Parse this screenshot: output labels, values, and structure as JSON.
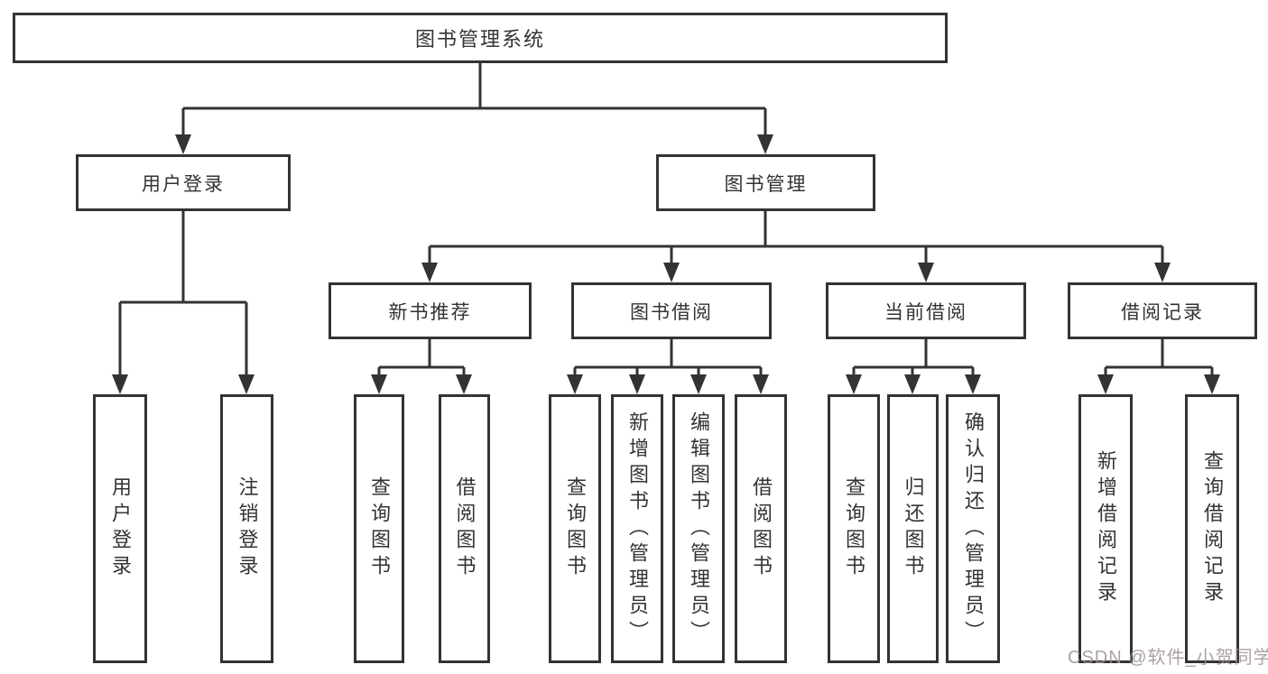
{
  "diagram_title": "图书管理系统",
  "watermark": "CSDN @软件_小贺同学",
  "colors": {
    "line": "#333333",
    "box_border": "#333333",
    "text": "#333333",
    "background": "#ffffff",
    "watermark_text": "#9e9292"
  },
  "nodes": {
    "root": {
      "label": "图书管理系统"
    },
    "user_login": {
      "label": "用户登录"
    },
    "book_mgmt": {
      "label": "图书管理"
    },
    "login": {
      "label": "用户登录"
    },
    "logout": {
      "label": "注销登录"
    },
    "new_book_rec": {
      "label": "新书推荐"
    },
    "book_borrow": {
      "label": "图书借阅"
    },
    "current_borrow": {
      "label": "当前借阅"
    },
    "borrow_record": {
      "label": "借阅记录"
    },
    "nb_query": {
      "label": "查询图书"
    },
    "nb_borrow": {
      "label": "借阅图书"
    },
    "bb_query": {
      "label": "查询图书"
    },
    "bb_add": {
      "label": "新增图书（管理员）"
    },
    "bb_edit": {
      "label": "编辑图书（管理员）"
    },
    "bb_borrow": {
      "label": "借阅图书"
    },
    "cb_query": {
      "label": "查询图书"
    },
    "cb_return": {
      "label": "归还图书"
    },
    "cb_confirm": {
      "label": "确认归还（管理员）"
    },
    "br_add": {
      "label": "新增借阅记录"
    },
    "br_query": {
      "label": "查询借阅记录"
    }
  },
  "hierarchy": {
    "图书管理系统": {
      "用户登录": [
        "用户登录",
        "注销登录"
      ],
      "图书管理": {
        "新书推荐": [
          "查询图书",
          "借阅图书"
        ],
        "图书借阅": [
          "查询图书",
          "新增图书（管理员）",
          "编辑图书（管理员）",
          "借阅图书"
        ],
        "当前借阅": [
          "查询图书",
          "归还图书",
          "确认归还（管理员）"
        ],
        "借阅记录": [
          "新增借阅记录",
          "查询借阅记录"
        ]
      }
    }
  }
}
